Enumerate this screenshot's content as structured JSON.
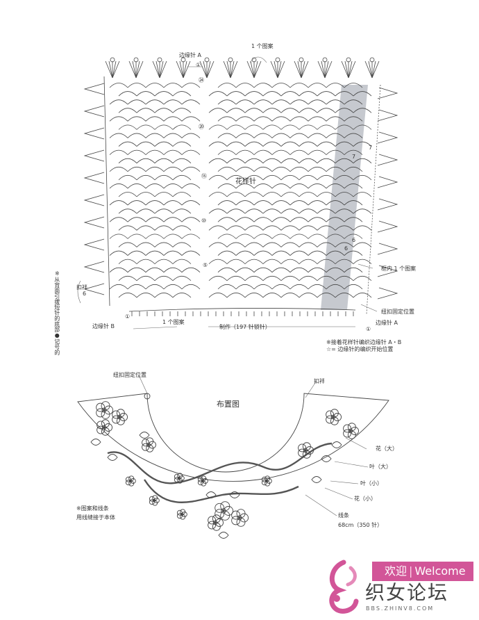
{
  "top": {
    "edge_a": "边缘针 A",
    "edge_b": "边缘针 B",
    "repeat_top": "1 个图案",
    "repeat_bottom": "1 个图案",
    "pattern_name": "花样针",
    "chain_note": "制作（197 针锁针）",
    "box_repeat": "框内 1 个图案",
    "button_pos": "纽扣固定位置",
    "buttonhole": "扣袢",
    "buttonhole_len": "6",
    "edge_a_right": "边缘针 A",
    "side_note": "※从背面引拔短针的底部●记号的",
    "row_c1": "①",
    "row_a1": "①",
    "row_b1": "①",
    "row_24": "㉔",
    "row_20": "⑳",
    "row_15": "⑮",
    "row_10": "⑩",
    "row_5": "⑤",
    "gray_nums": [
      "7",
      "7",
      "6",
      "6"
    ],
    "notes": [
      "※接着花样针编织边缘针 A・B",
      "☆= 边缘针的编织开始位置"
    ]
  },
  "bottom": {
    "button_pos": "纽扣固定位置",
    "buttonhole": "扣袢",
    "title": "布置图",
    "flower_large": "花（大）",
    "leaf_large": "叶（大）",
    "leaf_small": "叶（小）",
    "flower_small": "花（小）",
    "cord": "线条",
    "cord_len": "68cm（350 针）",
    "sew_note": [
      "※图案和线条",
      "用线缝接于本体"
    ]
  },
  "watermark": {
    "welcome_cn": "欢迎",
    "welcome_en": "Welcome",
    "site": "织女论坛",
    "url": "BBS.ZHINV8.COM"
  },
  "colors": {
    "ink": "#333333",
    "gray_band": "#c6c9cf",
    "brand": "#d25598"
  }
}
